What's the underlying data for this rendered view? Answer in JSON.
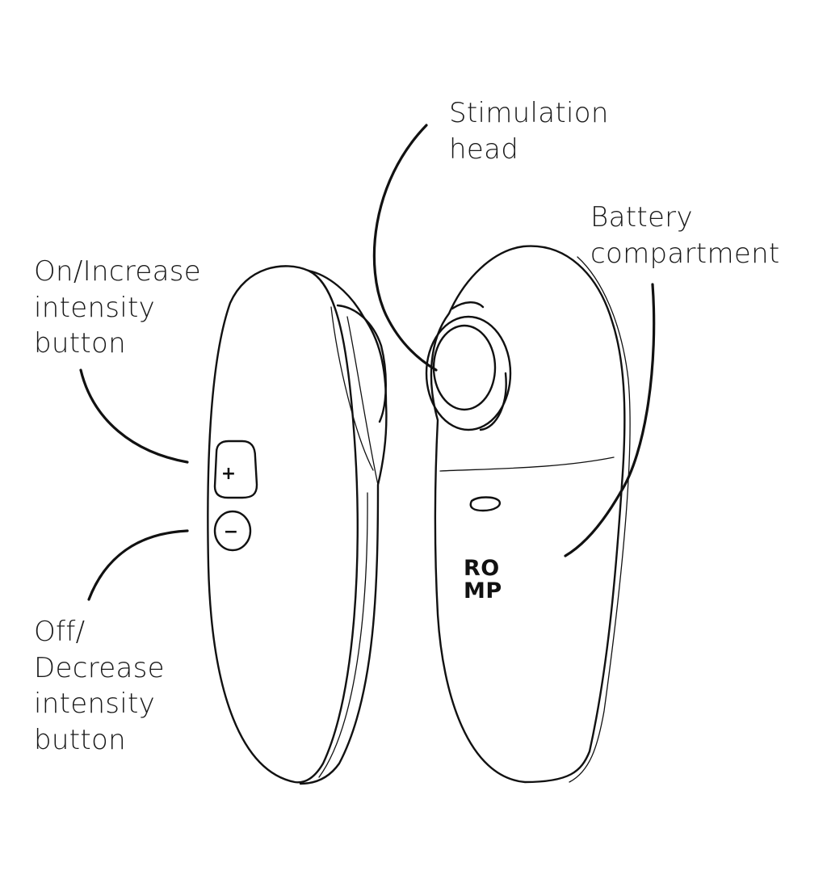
{
  "labels": {
    "stimulation_head": [
      "Stimulation",
      "head"
    ],
    "battery_compartment": [
      "Battery",
      "compartment"
    ],
    "on_increase": [
      "On/Increase",
      "intensity",
      "button"
    ],
    "off_decrease": [
      "Off/",
      "Decrease",
      "intensity",
      "button"
    ]
  },
  "device": {
    "plus_symbol": "+",
    "minus_symbol": "−",
    "brand_line1": "RO",
    "brand_line2": "MP"
  },
  "colors": {
    "line": "#111111",
    "background": "#ffffff"
  }
}
